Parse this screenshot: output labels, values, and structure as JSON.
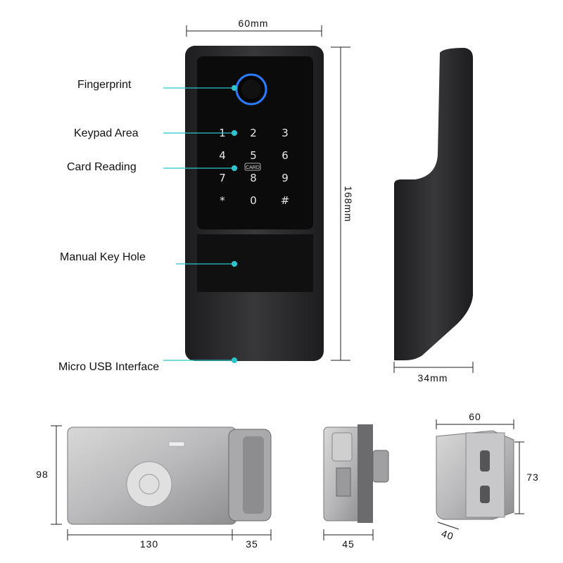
{
  "dimensions": {
    "width": "60mm",
    "height": "168mm",
    "depth": "34mm"
  },
  "callouts": [
    "Fingerprint",
    "Keypad Area",
    "Card Reading",
    "Manual Key Hole",
    "Micro USB Interface"
  ],
  "keypad": [
    "1",
    "2",
    "3",
    "4",
    "5",
    "6",
    "7",
    "8",
    "9",
    "*",
    "0",
    "#"
  ],
  "card_badge": "CARD",
  "bottom_dims": {
    "body_height": "98",
    "body_width": "130",
    "knob_width": "35",
    "side_depth": "45",
    "bracket_width": "60",
    "bracket_height": "73",
    "bracket_depth": "40"
  },
  "colors": {
    "accent": "#2bc4cf",
    "ring": "#2a7bff",
    "body": "#2a2a2c"
  }
}
